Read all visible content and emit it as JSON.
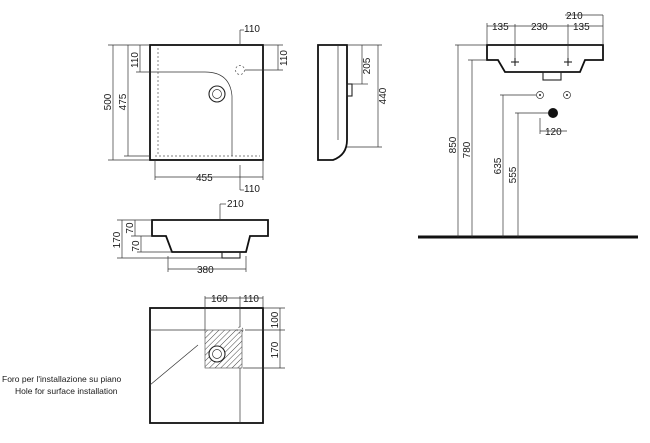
{
  "top_view": {
    "width_top": "110",
    "left_outer": "500",
    "left_inner": "475",
    "left_small": "110",
    "right_small": "110",
    "bottom_width": "455",
    "bottom_small": "110"
  },
  "side_view": {
    "top_dim": "205",
    "height_dim": "440"
  },
  "front_view": {
    "depth_dim": "210",
    "height_outer": "170",
    "height_mid": "70",
    "height_inner": "70",
    "bottom_width": "380"
  },
  "install_view": {
    "top_left": "135",
    "top_mid": "230",
    "top_right": "135",
    "top_total": "210",
    "height_850": "850",
    "height_780": "780",
    "height_635": "635",
    "height_555": "555",
    "drain_offset": "120"
  },
  "counter_view": {
    "top_dim_a": "160",
    "top_dim_b": "110",
    "right_dim_a": "100",
    "right_dim_b": "170",
    "note_it": "Foro per l'installazione su piano",
    "note_en": "Hole for surface installation"
  }
}
